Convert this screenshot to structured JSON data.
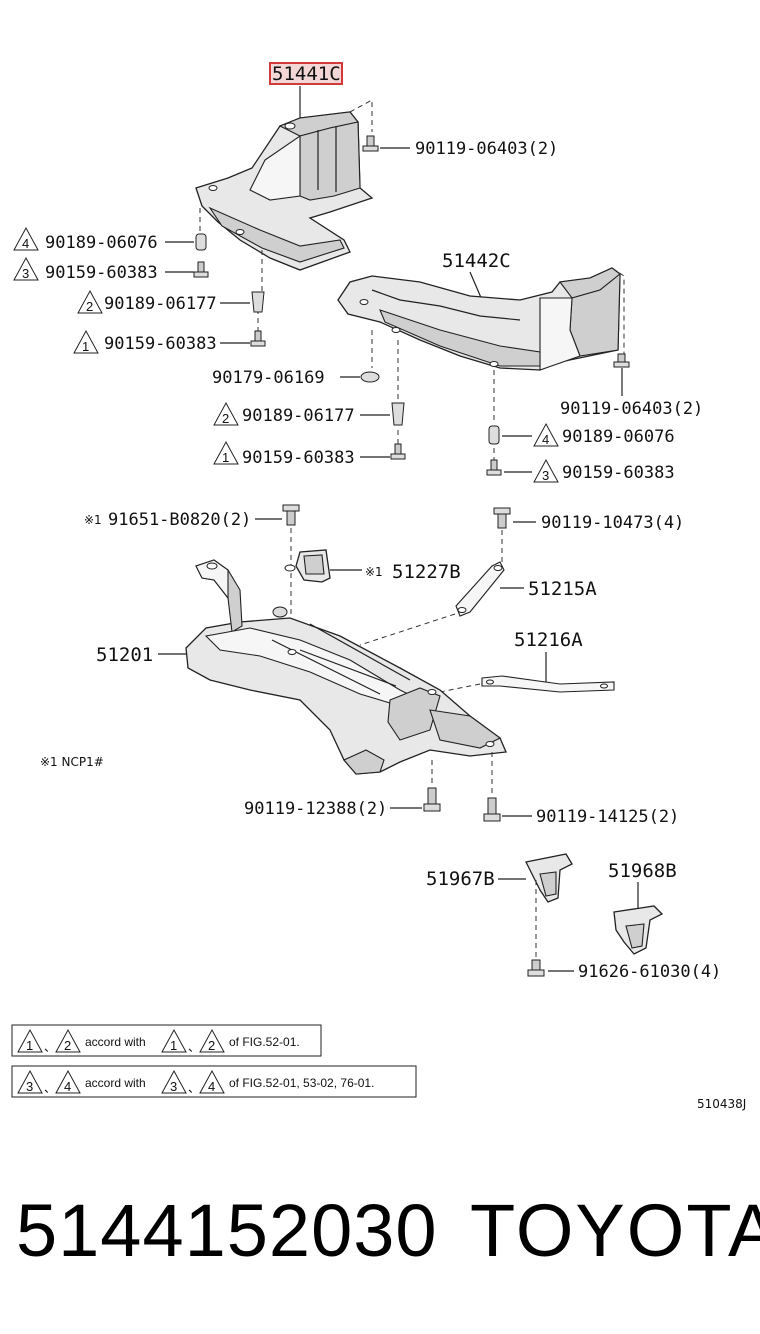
{
  "highlight_color": "#d33a3a",
  "parts": {
    "highlighted": "51441C",
    "cover_front": "51442C",
    "crossmember": "51201",
    "stay_a": "51215A",
    "stay_b": "51216A",
    "bracket_b": "51227B",
    "bracket_l": "51967B",
    "bracket_r": "51968B"
  },
  "fasteners": {
    "f1": "90119-06403(2)",
    "f2": "90189-06076",
    "f3": "90159-60383",
    "f4": "90189-06177",
    "f5": "90159-60383",
    "f6": "90179-06169",
    "f7": "90189-06177",
    "f8": "90159-60383",
    "f9": "90119-06403(2)",
    "f10": "90189-06076",
    "f11": "90159-60383",
    "f12": "91651-B0820(2)",
    "f13": "90119-10473(4)",
    "f14": "90119-12388(2)",
    "f15": "90119-14125(2)",
    "f16": "91626-61030(4)"
  },
  "triangles": {
    "t1": "4",
    "t2": "3",
    "t3": "2",
    "t4": "1",
    "t5": "2",
    "t6": "1",
    "t7": "4",
    "t8": "3"
  },
  "marks": {
    "m1": "※1",
    "m2": "※1",
    "note": "※1 NCP1#"
  },
  "legend": {
    "row1_a": "1",
    "row1_b": "2",
    "row1_c": "1",
    "row1_d": "2",
    "row1_sep": "、",
    "row1_mid": "accord with",
    "row1_end": "of FIG.52-01.",
    "row2_a": "3",
    "row2_b": "4",
    "row2_c": "3",
    "row2_d": "4",
    "row2_sep": "、",
    "row2_mid": "accord with",
    "row2_end": "of FIG.52-01, 53-02, 76-01."
  },
  "figure_code": "510438J",
  "caption": {
    "part_number": "5144152030",
    "brand": "TOYOTA"
  }
}
